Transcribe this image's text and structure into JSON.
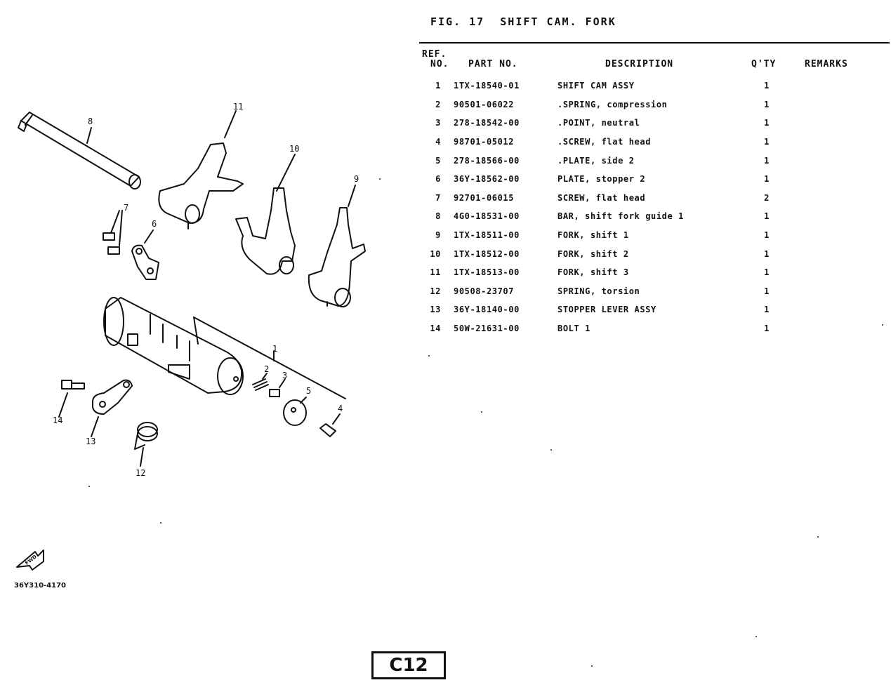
{
  "header": {
    "figure_title": "FIG. 17  SHIFT CAM. FORK",
    "columns": {
      "ref_line1": "REF.",
      "ref_line2": "NO.",
      "part_no": "PART NO.",
      "description": "DESCRIPTION",
      "qty": "Q'TY",
      "remarks": "REMARKS"
    }
  },
  "parts": [
    {
      "ref": "1",
      "part_no": "1TX-18540-01",
      "description": "SHIFT CAM ASSY",
      "qty": "1",
      "remarks": ""
    },
    {
      "ref": "2",
      "part_no": "90501-06022",
      "description": ".SPRING, compression",
      "qty": "1",
      "remarks": ""
    },
    {
      "ref": "3",
      "part_no": "278-18542-00",
      "description": ".POINT, neutral",
      "qty": "1",
      "remarks": ""
    },
    {
      "ref": "4",
      "part_no": "98701-05012",
      "description": ".SCREW, flat head",
      "qty": "1",
      "remarks": ""
    },
    {
      "ref": "5",
      "part_no": "278-18566-00",
      "description": ".PLATE, side 2",
      "qty": "1",
      "remarks": ""
    },
    {
      "ref": "6",
      "part_no": "36Y-18562-00",
      "description": "PLATE, stopper 2",
      "qty": "1",
      "remarks": ""
    },
    {
      "ref": "7",
      "part_no": "92701-06015",
      "description": "SCREW, flat head",
      "qty": "2",
      "remarks": ""
    },
    {
      "ref": "8",
      "part_no": "4G0-18531-00",
      "description": "BAR, shift fork guide 1",
      "qty": "1",
      "remarks": ""
    },
    {
      "ref": "9",
      "part_no": "1TX-18511-00",
      "description": "FORK, shift 1",
      "qty": "1",
      "remarks": ""
    },
    {
      "ref": "10",
      "part_no": "1TX-18512-00",
      "description": "FORK, shift 2",
      "qty": "1",
      "remarks": ""
    },
    {
      "ref": "11",
      "part_no": "1TX-18513-00",
      "description": "FORK, shift 3",
      "qty": "1",
      "remarks": ""
    },
    {
      "ref": "12",
      "part_no": "90508-23707",
      "description": "SPRING, torsion",
      "qty": "1",
      "remarks": ""
    },
    {
      "ref": "13",
      "part_no": "36Y-18140-00",
      "description": "STOPPER LEVER ASSY",
      "qty": "1",
      "remarks": ""
    },
    {
      "ref": "14",
      "part_no": "50W-21631-00",
      "description": "BOLT 1",
      "qty": "1",
      "remarks": ""
    }
  ],
  "diagram": {
    "callouts": [
      "1",
      "2",
      "3",
      "4",
      "5",
      "6",
      "7",
      "8",
      "9",
      "10",
      "11",
      "12",
      "13",
      "14"
    ],
    "fwd_label": "FWD",
    "drawing_code": "36Y310-4170"
  },
  "footer": {
    "page_badge": "C12"
  }
}
